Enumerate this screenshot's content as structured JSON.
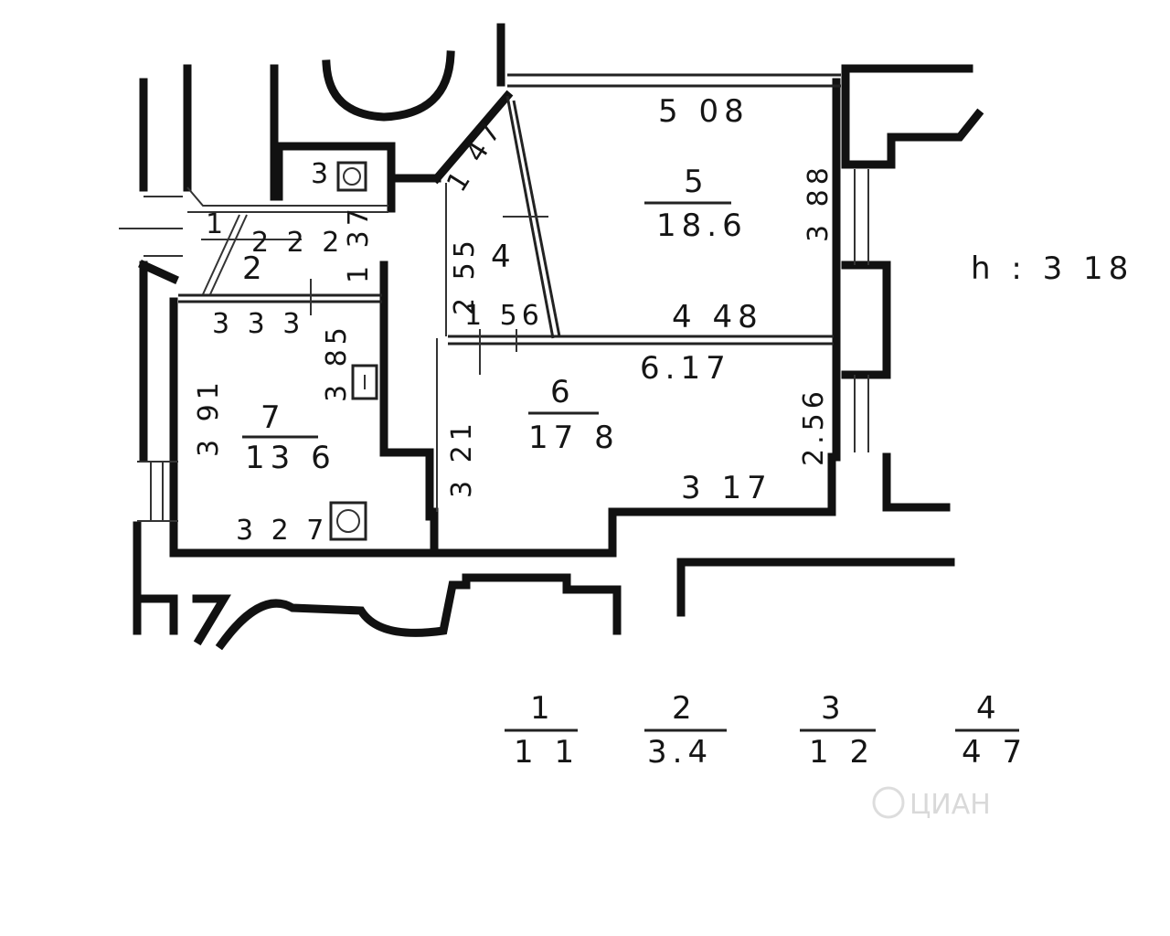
{
  "scale_label": "h : 3 18",
  "dimensions": {
    "top_wall": "5 08",
    "room5_right": "3 88",
    "room4_diag": "1 47",
    "room4_left": "2 55",
    "room2_width": "2 2 2",
    "room2_height": "1 37",
    "room7_top": "3 3 3",
    "room1_side": "3 85",
    "room7_left": "3 91",
    "room7_bottom": "3 2 7",
    "corridor_left": "1 56",
    "room5_bottom": "4 48",
    "room6_top": "6.17",
    "room6_right": "2.56",
    "room6_left": "3 21",
    "room6_bottom": "3 17"
  },
  "rooms": [
    {
      "num": "1",
      "area": ""
    },
    {
      "num": "2",
      "area": ""
    },
    {
      "num": "3",
      "area": ""
    },
    {
      "num": "4",
      "area": ""
    },
    {
      "num": "5",
      "area": "18.6"
    },
    {
      "num": "6",
      "area": "17 8"
    },
    {
      "num": "7",
      "area": "13 6"
    }
  ],
  "legend": [
    {
      "num": "1",
      "area": "1 1"
    },
    {
      "num": "2",
      "area": "3.4"
    },
    {
      "num": "3",
      "area": "1 2"
    },
    {
      "num": "4",
      "area": "4 7"
    }
  ],
  "watermark": "ЦИАН"
}
